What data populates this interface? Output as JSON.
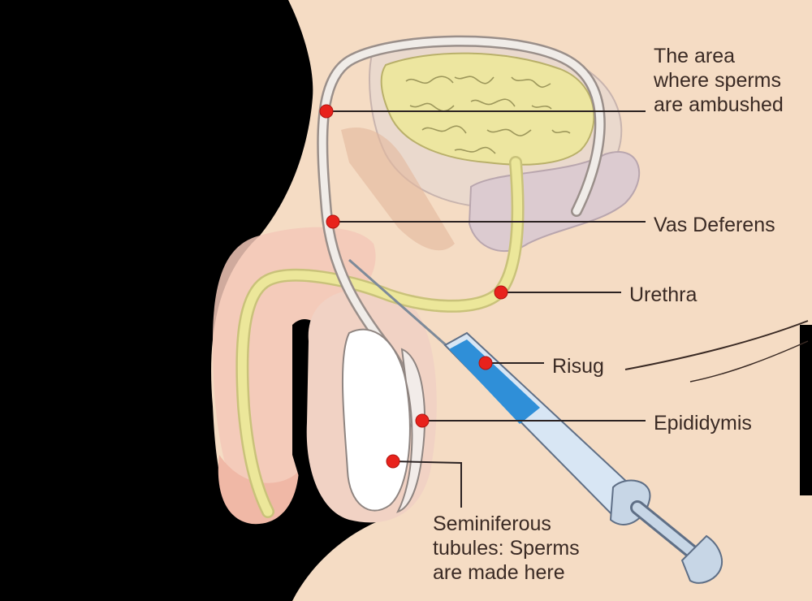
{
  "diagram": {
    "labels": {
      "ambush": [
        "The area",
        "where sperms",
        "are ambushed"
      ],
      "vas_deferens": "Vas Deferens",
      "urethra": "Urethra",
      "risug": "Risug",
      "epididymis": "Epididymis",
      "seminiferous": [
        "Seminiferous",
        "tubules: Sperms",
        "are made here"
      ]
    },
    "colors": {
      "background": "#000000",
      "skin": "#f5dcc4",
      "bladder": "#ede6a0",
      "tube": "#f0ece8",
      "urethra_duct": "#ece79a",
      "marker": "#e8221c",
      "syringe_fluid": "#2f8fd8",
      "leader_line": "#2b2222"
    }
  }
}
